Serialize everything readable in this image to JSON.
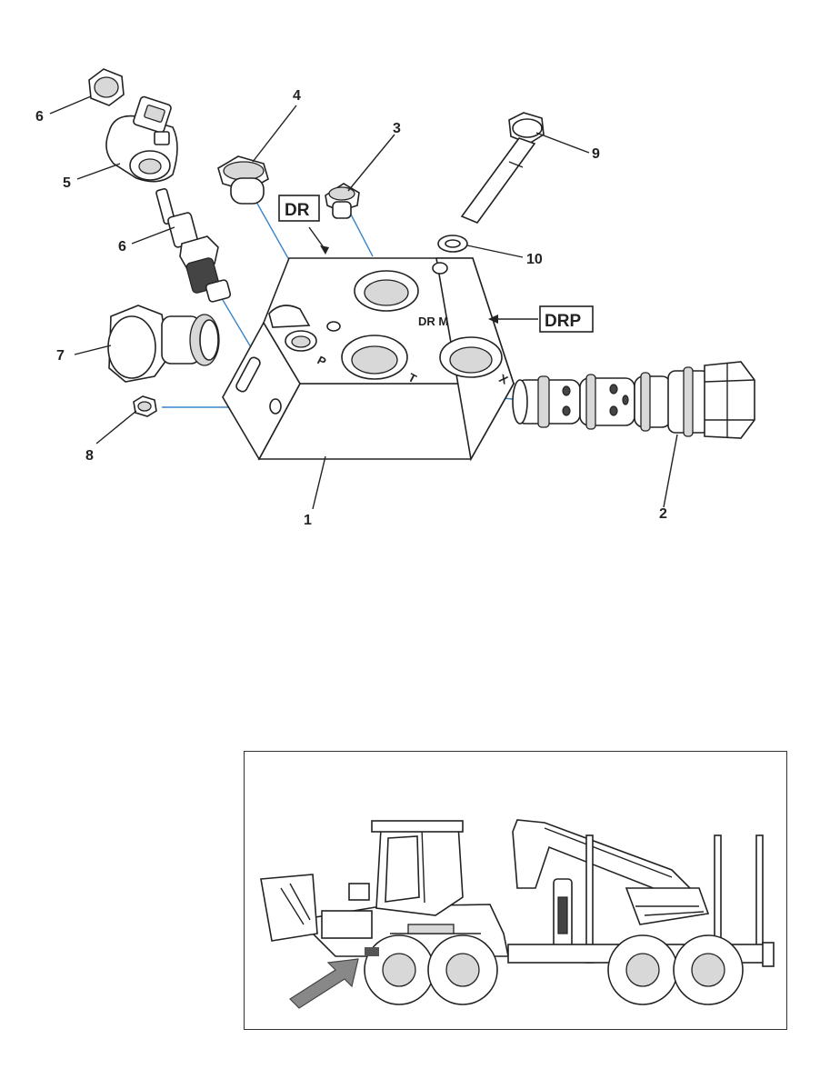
{
  "callouts": {
    "c1": "1",
    "c2": "2",
    "c3": "3",
    "c4": "4",
    "c5": "5",
    "c6a": "6",
    "c6b": "6",
    "c7": "7",
    "c8": "8",
    "c9": "9",
    "c10": "10"
  },
  "tags": {
    "dr": "DR",
    "drp": "DRP"
  },
  "ports": {
    "p": "P",
    "t": "T",
    "drm": "DR M",
    "x": "X"
  },
  "colors": {
    "leader_blue": "#3a86c8",
    "line": "#222222"
  }
}
